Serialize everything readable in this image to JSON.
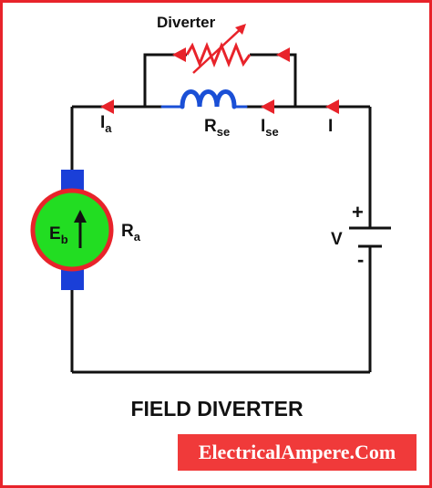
{
  "title": "FIELD DIVERTER",
  "website": "ElectricalAmpere.Com",
  "labels": {
    "diverter": "Diverter",
    "ia_main": "I",
    "ia_sub": "a",
    "rse_main": "R",
    "rse_sub": "se",
    "ise_main": "I",
    "ise_sub": "se",
    "i": "I",
    "ra_main": "R",
    "ra_sub": "a",
    "eb_main": "E",
    "eb_sub": "b",
    "v": "V",
    "plus": "+",
    "minus": "-"
  },
  "colors": {
    "border": "#e8232a",
    "wire": "#111111",
    "arrow": "#e8232a",
    "resistor": "#e8232a",
    "inductor": "#1a4fd6",
    "brush": "#1a3fd8",
    "armature_fill": "#22dd22",
    "armature_ring": "#e8232a",
    "banner": "#f03a3a"
  }
}
